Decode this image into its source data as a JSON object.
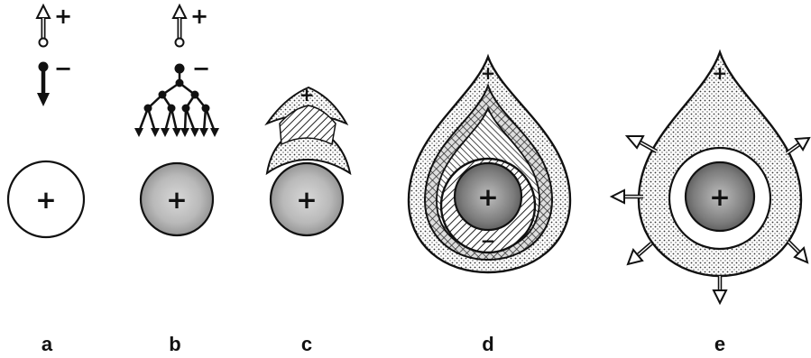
{
  "panels": [
    {
      "label": "a",
      "core_sign": "+",
      "ion_sign": "+",
      "electron_sign": "−"
    },
    {
      "label": "b",
      "core_sign": "+",
      "ion_sign": "+",
      "electron_sign": "−"
    },
    {
      "label": "c",
      "core_sign": "+",
      "tip_sign": "+"
    },
    {
      "label": "d",
      "core_sign": "+",
      "tip_sign": "+",
      "inner_sign": "−"
    },
    {
      "label": "e",
      "core_sign": "+",
      "tip_sign": "+"
    }
  ],
  "colors": {
    "ink": "#111111",
    "paper": "#ffffff",
    "stipple": "#8a8a8a"
  },
  "icons": [
    "ion-up-arrow-icon",
    "electron-down-arrow-icon",
    "electron-cascade-icon",
    "outward-arrow-icon"
  ]
}
